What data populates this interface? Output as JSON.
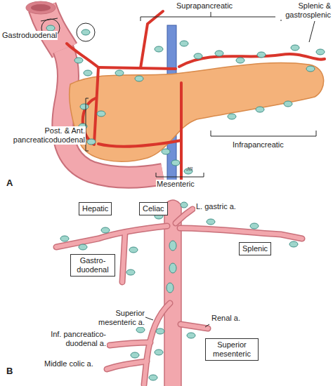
{
  "diagram": {
    "nodes": [
      {
        "text": [
          "Hepatic"
        ]
      },
      {
        "text": [
          "Celiac"
        ]
      },
      {
        "text": [
          "Splenic"
        ]
      },
      {
        "text": [
          "Gastro- duodenal"
        ]
      },
      {
        "text": [
          "Superior mesenteric"
        ]
      }
    ],
    "labels": [
      "Gastroduodenal",
      "Suprapancreatic",
      "Splenic & gastrosplenic",
      "Post. & Ant. pancreaticoduodenal",
      "Infrapancreatic",
      "Mesenteric",
      "JB",
      "A",
      "L. gastric a.",
      "Renal a.",
      "Superior mesenteric a.",
      "Inf. pancreatico- duodenal a.",
      "Middle colic a.",
      "B"
    ]
  }
}
